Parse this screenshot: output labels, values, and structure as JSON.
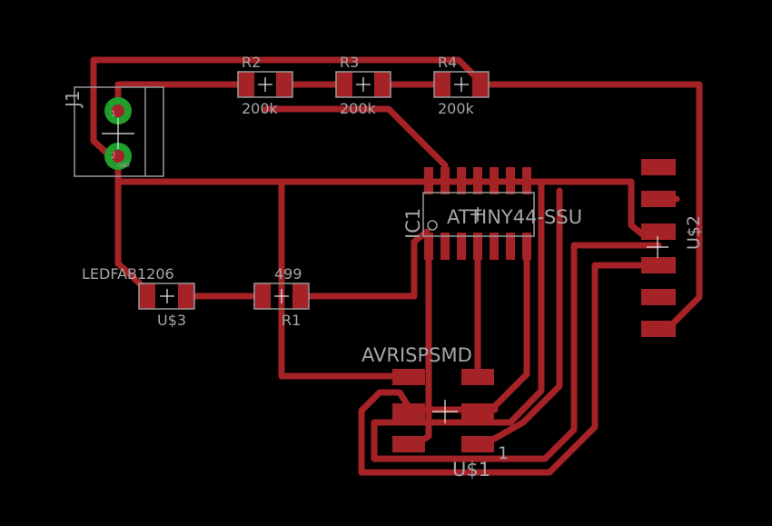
{
  "colors": {
    "background": "#000000",
    "trace": "#a52226",
    "silkscreen": "#a6a6a6",
    "via_ring": "#1f9e2b"
  },
  "components": {
    "j1": {
      "name": "J1",
      "pin1": "1",
      "pin2": "2",
      "pin2_sub": "GND"
    },
    "r2": {
      "name": "R2",
      "value": "200k"
    },
    "r3": {
      "name": "R3",
      "value": "200k"
    },
    "r4": {
      "name": "R4",
      "value": "200k"
    },
    "ic1": {
      "name": "IC1",
      "value": "ATTINY44-SSU"
    },
    "u2": {
      "name": "U$2"
    },
    "u3": {
      "name": "U$3",
      "value": "LEDFAB1206"
    },
    "r1": {
      "name": "R1",
      "value": "499"
    },
    "u1": {
      "name": "U$1",
      "value": "AVRISPSMD",
      "pin_marker": "1"
    }
  }
}
